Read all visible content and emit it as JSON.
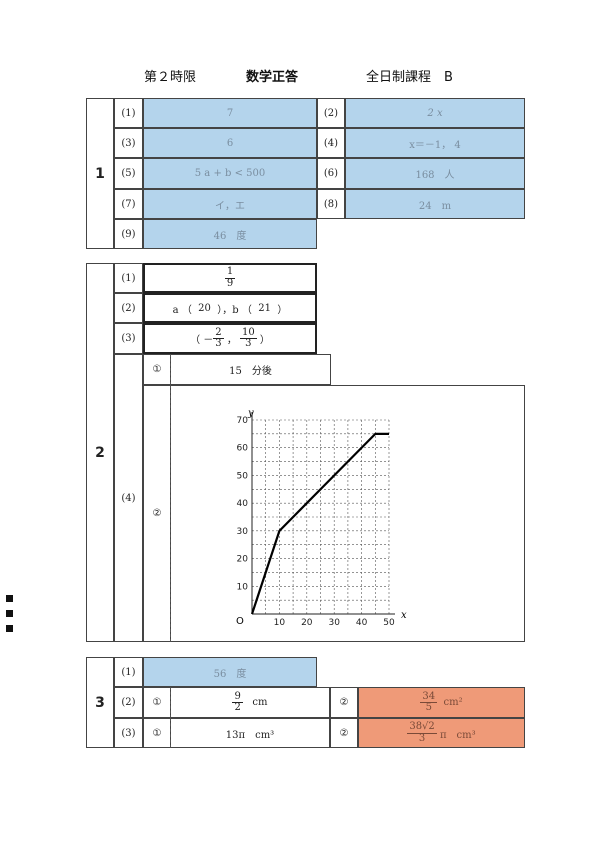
{
  "header": {
    "period": "第２時限",
    "subject": "数学正答",
    "course": "全日制課程　B"
  },
  "section1": {
    "number": "1",
    "items": [
      {
        "label": "(1)",
        "answer": "7"
      },
      {
        "label": "(2)",
        "answer": "2 x"
      },
      {
        "label": "(3)",
        "answer": "6"
      },
      {
        "label": "(4)",
        "answer": "x＝－1， 4"
      },
      {
        "label": "(5)",
        "answer": "5 a + b < 500"
      },
      {
        "label": "(6)",
        "answer": "168　人"
      },
      {
        "label": "(7)",
        "answer": "イ，エ"
      },
      {
        "label": "(8)",
        "answer": "24　m"
      },
      {
        "label": "(9)",
        "answer": "46　度"
      }
    ]
  },
  "section2": {
    "number": "2",
    "q1": {
      "label": "(1)",
      "num": "1",
      "den": "9"
    },
    "q2": {
      "label": "(2)",
      "a_label": "a （",
      "a_value": "20",
      "mid": "），b （",
      "b_value": "21",
      "close": "）"
    },
    "q3": {
      "label": "(3)",
      "open": "（ －",
      "x_num": "2",
      "x_den": "3",
      "comma": "，",
      "y_num": "10",
      "y_den": "3",
      "close": "）"
    },
    "q4": {
      "label": "(4)",
      "sub1_mark": "①",
      "sub1_answer": "15　分後",
      "sub2_mark": "②"
    }
  },
  "chart_data": {
    "type": "line",
    "title": "",
    "xlabel": "x",
    "ylabel": "y",
    "origin_label": "O",
    "xlim": [
      0,
      50
    ],
    "ylim": [
      0,
      70
    ],
    "xticks": [
      10,
      20,
      30,
      40,
      50
    ],
    "yticks": [
      10,
      20,
      30,
      40,
      50,
      60,
      70
    ],
    "grid": true,
    "series": [
      {
        "x": [
          0,
          10,
          45,
          50
        ],
        "y": [
          0,
          30,
          65,
          65
        ]
      }
    ]
  },
  "section3": {
    "number": "3",
    "q1": {
      "label": "(1)",
      "answer": "56　度"
    },
    "q2": {
      "label": "(2)",
      "m1": "①",
      "a1_num": "9",
      "a1_den": "2",
      "a1_unit": "cm",
      "m2": "②",
      "a2_num": "34",
      "a2_den": "5",
      "a2_unit": "cm²"
    },
    "q3": {
      "label": "(3)",
      "m1": "①",
      "a1": "13π　cm³",
      "m2": "②",
      "a2_num": "38√2",
      "a2_den": "3",
      "a2_unit": "π　cm³"
    }
  },
  "colors": {
    "answer_blue": "#b4d4ec",
    "answer_orange": "#ef9a78"
  }
}
